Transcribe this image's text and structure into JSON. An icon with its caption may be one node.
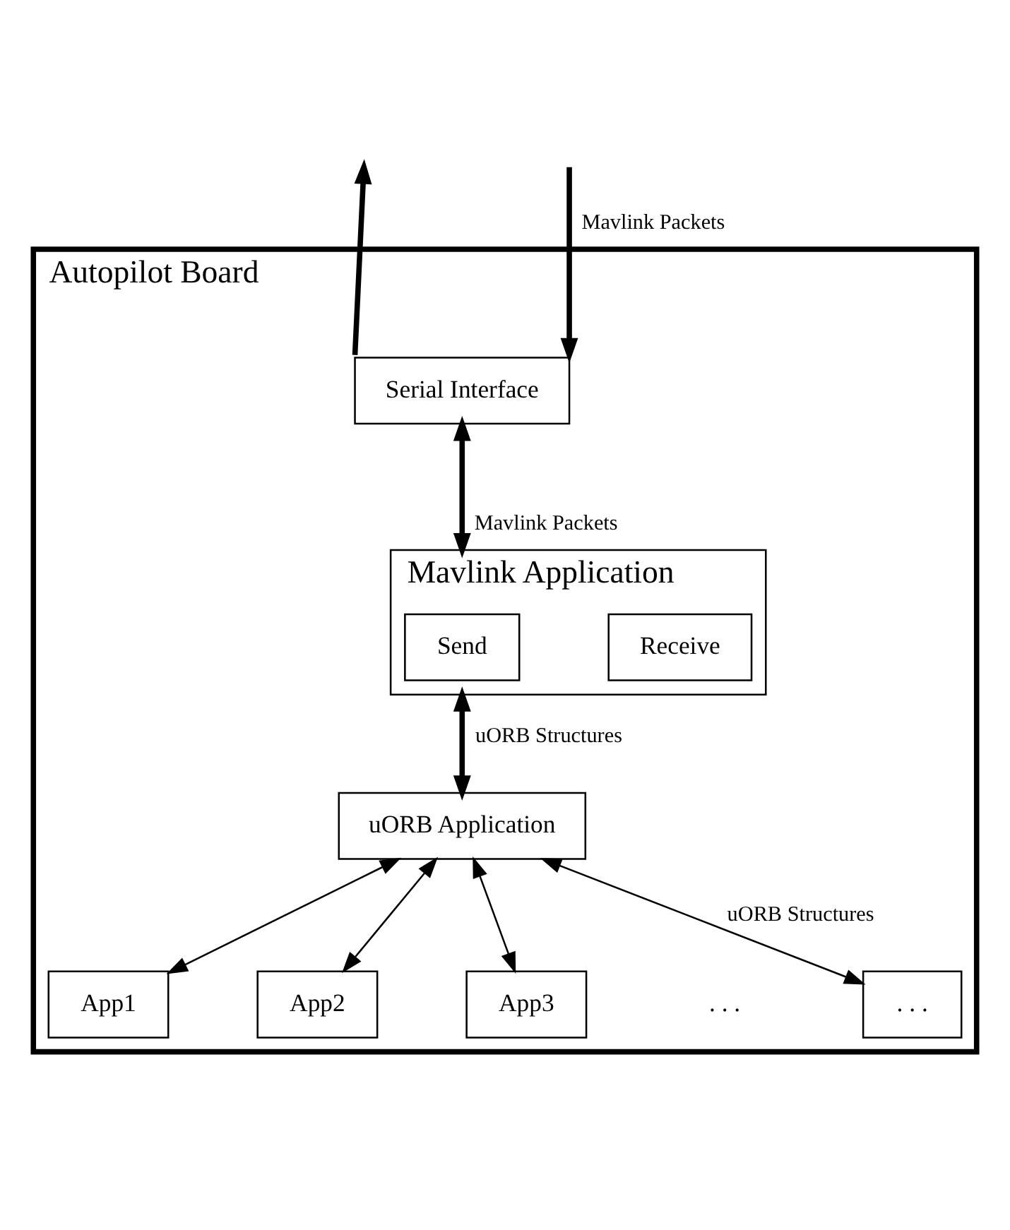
{
  "diagram": {
    "nodes": [
      {
        "text": [
          "Autopilot Board"
        ]
      },
      {
        "text": [
          "Serial Interface"
        ],
        "in": 0
      },
      {
        "text": [
          "Mavlink Application"
        ],
        "in": 0
      },
      {
        "text": [
          "Send"
        ],
        "in": 2
      },
      {
        "text": [
          "Receive"
        ],
        "in": 2
      },
      {
        "text": [
          "uORB Application"
        ],
        "in": 0
      },
      {
        "text": [
          "App1"
        ],
        "in": 0
      },
      {
        "text": [
          "App2"
        ],
        "in": 0
      },
      {
        "text": [
          "App3"
        ],
        "in": 0
      },
      {
        "text": [
          ". . ."
        ],
        "in": 0
      }
    ],
    "edges": [
      {
        "from": 1,
        "to": null,
        "arrow": "to",
        "style": "thick"
      },
      {
        "from": null,
        "to": 1,
        "arrow": "to",
        "style": "thick",
        "label": "Mavlink Packets"
      },
      {
        "from": 1,
        "to": 2,
        "arrow": "both",
        "style": "thick",
        "label": "Mavlink Packets"
      },
      {
        "from": 2,
        "to": 5,
        "arrow": "both",
        "style": "thick",
        "label": "uORB Structures"
      },
      {
        "from": 5,
        "to": 6,
        "arrow": "both"
      },
      {
        "from": 5,
        "to": 7,
        "arrow": "both"
      },
      {
        "from": 5,
        "to": 8,
        "arrow": "both"
      },
      {
        "from": 5,
        "to": 9,
        "arrow": "both",
        "label": "uORB Structures"
      }
    ],
    "labels": [
      ". . ."
    ]
  }
}
